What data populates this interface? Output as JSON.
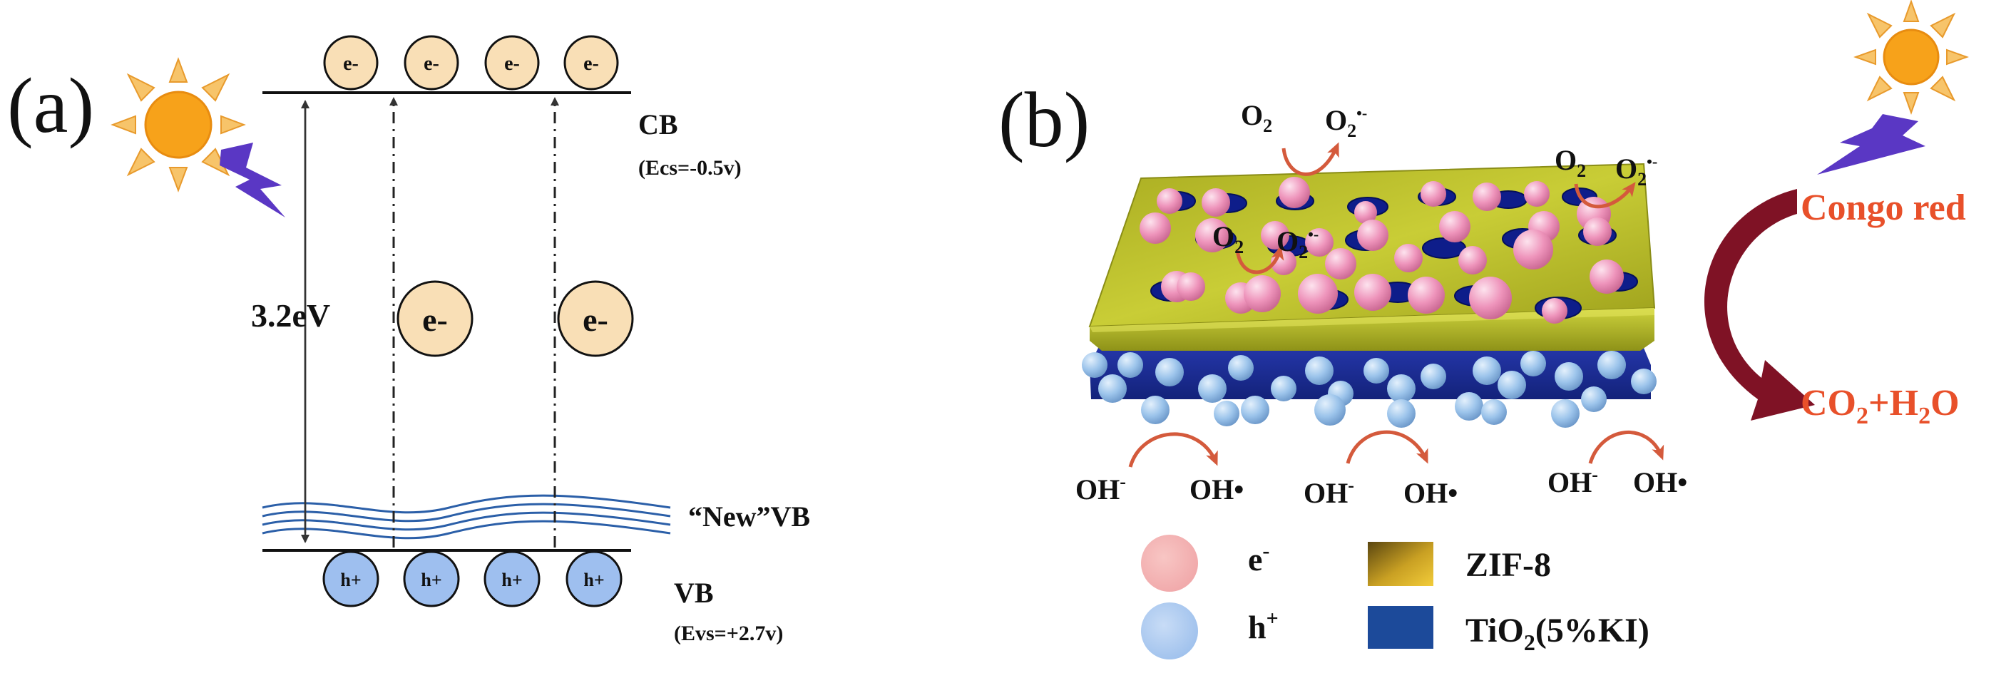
{
  "panel_a": {
    "label": "(a)",
    "electron_label": "e-",
    "hole_label": "h+",
    "cb_label": "CB",
    "cb_potential": "(Ecs=-0.5v)",
    "vb_label": "VB",
    "vb_potential": "(Evs=+2.7v)",
    "new_vb_label": "“New”VB",
    "band_gap": "3.2eV"
  },
  "panel_b": {
    "label": "(b)",
    "o2": "O",
    "o2_sub": "2",
    "o2_radical_sup": "•-",
    "oh": "OH",
    "oh_sup": "-",
    "oh_radical": "OH•",
    "congo_red": "Congo red",
    "co2": "CO",
    "co2_sub": "2",
    "plus": "+H",
    "h2o_sub": "2",
    "h2o_tail": "O"
  },
  "legend": {
    "electron": "e",
    "electron_sup": "-",
    "hole": "h",
    "hole_sup": "+",
    "zif8": "ZIF-8",
    "tio2_prefix": "TiO",
    "tio2_sub": "2",
    "tio2_suffix": "(5%KI)"
  },
  "colors": {
    "electron_fill": "#f9dfb6",
    "hole_fill": "#9ebfef",
    "zif8": "#c3c82a",
    "tio2": "#1c2f9c",
    "pink_sphere": "#eb8db3",
    "blue_sphere": "#9bc4ea",
    "red_text": "#e8502a",
    "arrow_red": "#7f1225",
    "sun": "#f7a21a",
    "lightning": "#5a37c4"
  }
}
